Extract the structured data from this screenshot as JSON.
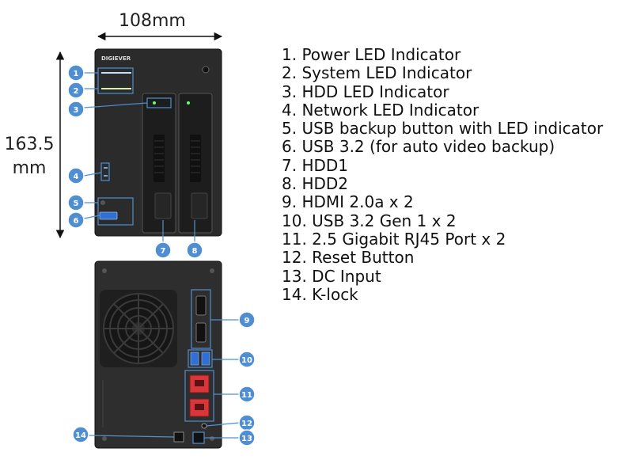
{
  "dimensions": {
    "width": "108mm",
    "height_value": "163.5",
    "height_unit": "mm"
  },
  "brand": "DIGIEVER",
  "colors": {
    "callout": "#4f8fd1",
    "device": "#2b2b2b",
    "rj45": "#d9363a",
    "usb": "#2f6fd6"
  },
  "callouts": [
    "1",
    "2",
    "3",
    "4",
    "5",
    "6",
    "7",
    "8",
    "9",
    "10",
    "11",
    "12",
    "13",
    "14"
  ],
  "legend": [
    "1. Power LED Indicator",
    "2. System LED Indicator",
    "3. HDD LED Indicator",
    "4. Network LED Indicator",
    "5. USB backup button with LED indicator",
    "6. USB 3.2 (for auto video backup)",
    "7. HDD1",
    "8. HDD2",
    "9. HDMI 2.0a x 2",
    "10. USB 3.2 Gen 1 x 2",
    "11. 2.5 Gigabit RJ45 Port x 2",
    "12. Reset Button",
    "13. DC Input",
    "14. K-lock"
  ]
}
